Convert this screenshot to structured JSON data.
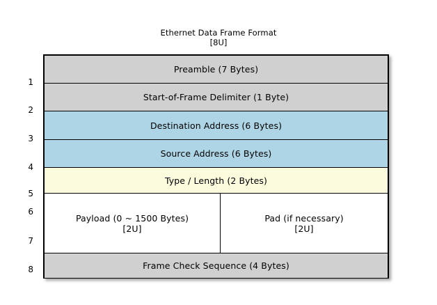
{
  "diagram": {
    "title": "Ethernet Data Frame Format",
    "subtitle": "[8U]",
    "colors": {
      "header_gray": "#d0d0d0",
      "address_blue": "#aed5e5",
      "type_yellow": "#fdfbdd",
      "payload_white": "#ffffff",
      "border": "#000000",
      "background": "#ffffff"
    },
    "row_numbers": [
      "1",
      "2",
      "3",
      "4",
      "5",
      "6",
      "7",
      "8"
    ],
    "rows": [
      {
        "number": "1",
        "label": "Preamble (7 Bytes)",
        "fill": "#d0d0d0"
      },
      {
        "number": "2",
        "label": "Start-of-Frame Delimiter (1 Byte)",
        "fill": "#d0d0d0"
      },
      {
        "number": "3",
        "label": "Destination Address (6 Bytes)",
        "fill": "#aed5e5"
      },
      {
        "number": "4",
        "label": "Source Address (6 Bytes)",
        "fill": "#aed5e5"
      },
      {
        "number": "5",
        "label": "Type / Length (2 Bytes)",
        "fill": "#fdfbdd"
      },
      {
        "number": "6-7",
        "fill": "#ffffff",
        "split": true,
        "left": {
          "label": "Payload (0 ~ 1500 Bytes)",
          "tag": "[2U]"
        },
        "right": {
          "label": "Pad (if necessary)",
          "tag": "[2U]"
        }
      },
      {
        "number": "8",
        "label": "Frame Check Sequence (4 Bytes)",
        "fill": "#d0d0d0"
      }
    ]
  }
}
